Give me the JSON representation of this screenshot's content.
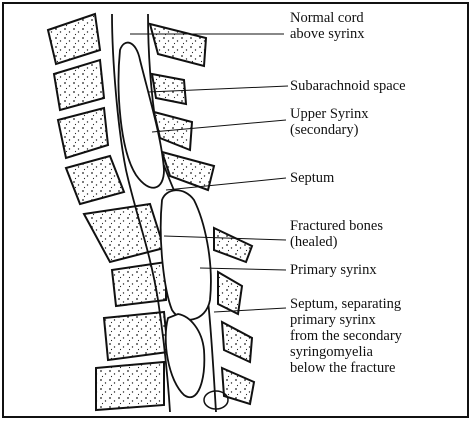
{
  "labels": {
    "normal_cord": [
      "Normal cord",
      "above syrinx"
    ],
    "subarachnoid": [
      "Subarachnoid space"
    ],
    "upper_syrinx": [
      "Upper Syrinx",
      "(secondary)"
    ],
    "septum": [
      "Septum"
    ],
    "fractured_bones": [
      "Fractured bones",
      "(healed)"
    ],
    "primary_syrinx": [
      "Primary syrinx"
    ],
    "septum_separating": [
      "Septum, separating",
      "primary syrinx",
      "from the secondary",
      "syringomyelia",
      "below the fracture"
    ]
  }
}
